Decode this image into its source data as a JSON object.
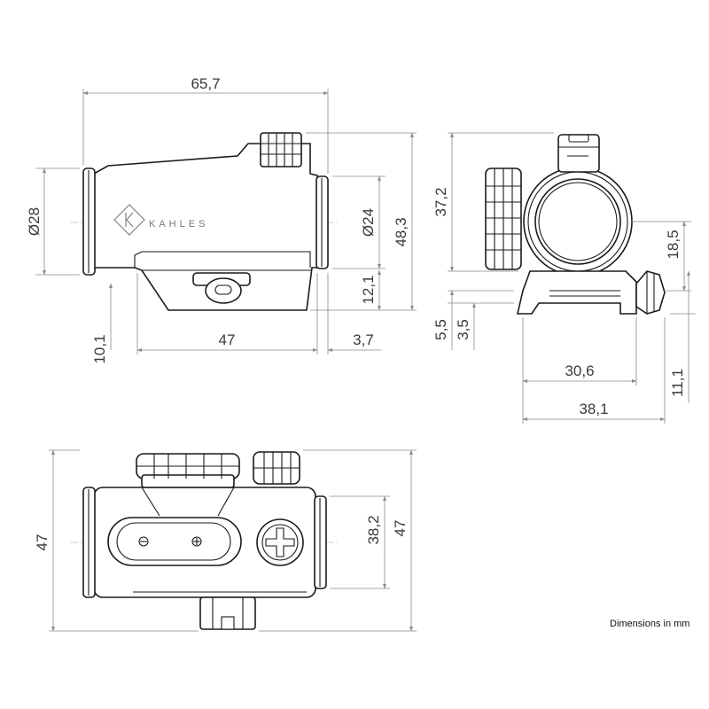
{
  "dimensions": {
    "side_length": "65,7",
    "side_diam_left": "Ø28",
    "side_diam_right": "Ø24",
    "side_height": "48,3",
    "side_mount_height": "12,1",
    "side_base_length": "47",
    "side_left_offset": "10,1",
    "side_right_offset": "3,7",
    "front_height_top": "37,2",
    "front_knob_height": "18,5",
    "front_base_55": "5,5",
    "front_base_35": "3,5",
    "front_width_306": "30,6",
    "front_width_381": "38,1",
    "front_height_111": "11,1",
    "top_width_left": "47",
    "top_width_382": "38,2",
    "top_width_right": "47"
  },
  "logo": {
    "brand": "KAHLES"
  },
  "note": {
    "units": "Dimensions in mm"
  },
  "colors": {
    "line": "#1a1a1a",
    "dimension": "#8a8a8a",
    "text": "#3a3a3a"
  }
}
